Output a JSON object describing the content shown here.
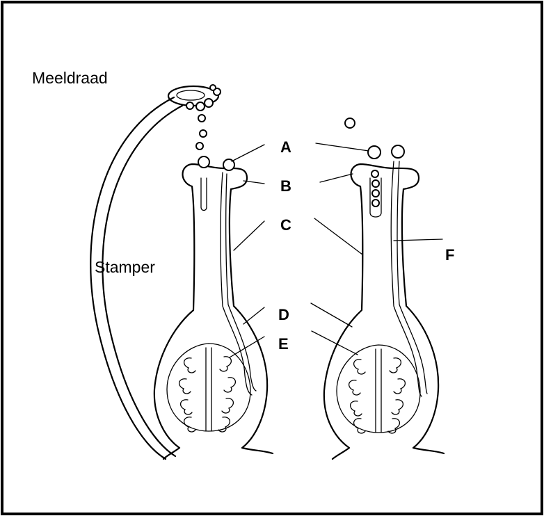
{
  "labels": {
    "stamen": "Meeldraad",
    "pistil": "Stamper",
    "a": "A",
    "b": "B",
    "c": "C",
    "d": "D",
    "e": "E",
    "f": "F"
  }
}
